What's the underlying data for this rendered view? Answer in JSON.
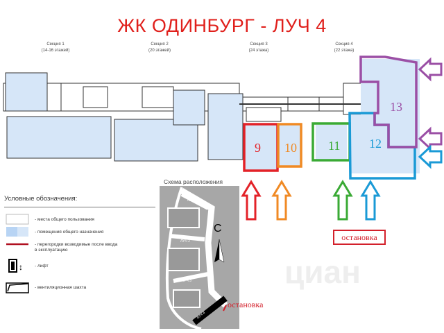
{
  "title": "ЖК ОДИНБУРГ - ЛУЧ 4",
  "sections": [
    {
      "name": "Секция 1",
      "floors": "(14-16 этажей)"
    },
    {
      "name": "Секция 2",
      "floors": "(20 этажей)"
    },
    {
      "name": "Секция 3",
      "floors": "(24 этажа)"
    },
    {
      "name": "Секция 4",
      "floors": "(22 этажа)"
    }
  ],
  "units": [
    {
      "number": "9",
      "color": "#e32228"
    },
    {
      "number": "10",
      "color": "#f08a24"
    },
    {
      "number": "11",
      "color": "#3aaa35"
    },
    {
      "number": "12",
      "color": "#1a9ad6"
    },
    {
      "number": "13",
      "color": "#9b4fa5"
    }
  ],
  "legend": {
    "title": "Условные обозначения:",
    "items": [
      "- места общего пользования",
      "- помещения общего назначения",
      "- перегородки возводимые после ввода в эксплуатацию",
      "- лифт",
      "- вентиляционная шахта"
    ]
  },
  "location_map": {
    "title": "Схема расположения",
    "north_label": "С",
    "beams": [
      "ЛУЧ 1",
      "ЛУЧ 2",
      "ЛУЧ 3",
      "ЛУЧ 4"
    ]
  },
  "bus_stop_label": "остановка",
  "map_stop_label": "остановка",
  "watermark": "циан"
}
